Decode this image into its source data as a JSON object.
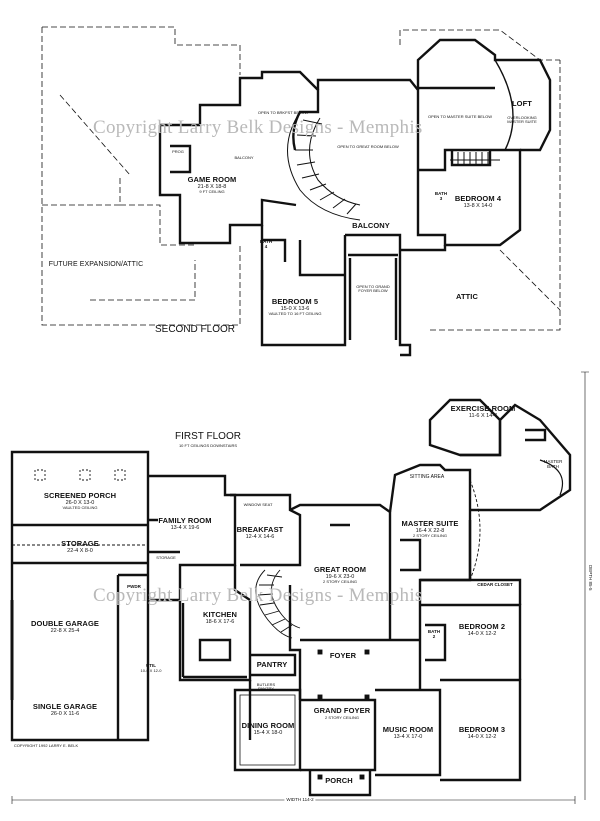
{
  "watermark": "Copyright Larry Belk Designs - Memphis",
  "second_floor": {
    "heading": "SECOND FLOOR",
    "rooms": {
      "game_room": {
        "name": "GAME ROOM",
        "dims": "21-8 X 18-8",
        "note": "9 FT CEILING"
      },
      "bedroom4": {
        "name": "BEDROOM 4",
        "dims": "13-8 X 14-0"
      },
      "bedroom5": {
        "name": "BEDROOM 5",
        "dims": "15-0 X 13-6",
        "note": "VAULTED TO 16 FT CEILING"
      },
      "balcony": {
        "name": "BALCONY"
      },
      "loft": {
        "name": "LOFT",
        "note1": "OVERLOOKING",
        "note2": "MASTER SUITE"
      },
      "bath3": {
        "name": "BATH",
        "num": "3"
      },
      "bath4": {
        "name": "BATH",
        "num": "4"
      },
      "attic": {
        "name": "ATTIC"
      },
      "future": {
        "name": "FUTURE EXPANSION/ATTIC"
      }
    },
    "notes": {
      "breakfast_below": "OPEN TO BRKFST BELOW",
      "great_room_below": "OPEN TO GREAT ROOM BELOW",
      "master_below": "OPEN TO MASTER SUITE BELOW",
      "foyer_below_1": "OPEN TO GRAND",
      "foyer_below_2": "FOYER BELOW",
      "balcony_small": "BALCONY",
      "prog": "PROG"
    }
  },
  "first_floor": {
    "heading": "FIRST FLOOR",
    "subheading": "10 FT CEILINGS DOWNSTAIRS",
    "rooms": {
      "screened_porch": {
        "name": "SCREENED PORCH",
        "dims": "26-0 X 13-0",
        "note": "VAULTED CEILING"
      },
      "storage": {
        "name": "STORAGE",
        "dims": "22-4 X 8-0"
      },
      "double_garage": {
        "name": "DOUBLE GARAGE",
        "dims": "22-8 X 25-4"
      },
      "single_garage": {
        "name": "SINGLE GARAGE",
        "dims": "26-0 X 11-6"
      },
      "family_room": {
        "name": "FAMILY ROOM",
        "dims": "13-4 X 19-6"
      },
      "breakfast": {
        "name": "BREAKFAST",
        "dims": "12-4 X 14-6"
      },
      "great_room": {
        "name": "GREAT ROOM",
        "dims": "19-6 X 23-0",
        "note": "2 STORY CEILING"
      },
      "master_suite": {
        "name": "MASTER SUITE",
        "dims": "16-4 X 22-8",
        "note": "2 STORY CEILING"
      },
      "sitting_area": {
        "name": "SITTING AREA"
      },
      "exercise_room": {
        "name": "EXERCISE ROOM",
        "dims": "11-6 X 14-4"
      },
      "master_bath": {
        "name": "MASTER",
        "name2": "BATH"
      },
      "kitchen": {
        "name": "KITCHEN",
        "dims": "18-6 X 17-6"
      },
      "pantry": {
        "name": "PANTRY"
      },
      "foyer": {
        "name": "FOYER"
      },
      "grand_foyer": {
        "name": "GRAND FOYER",
        "note": "2 STORY CEILING"
      },
      "dining_room": {
        "name": "DINING ROOM",
        "dims": "15-4 X 18-0"
      },
      "music_room": {
        "name": "MUSIC ROOM",
        "dims": "13-4 X 17-0"
      },
      "bedroom2": {
        "name": "BEDROOM 2",
        "dims": "14-0 X 12-2"
      },
      "bedroom3": {
        "name": "BEDROOM 3",
        "dims": "14-0 X 12-2"
      },
      "bath2": {
        "name": "BATH",
        "num": "2"
      },
      "porch": {
        "name": "PORCH"
      },
      "cedar_closet": {
        "name": "CEDAR CLOSET"
      },
      "pwdr": {
        "name": "PWDR"
      },
      "util": {
        "name": "UTIL",
        "dims": "10-0 X 12-0"
      },
      "storage_small": {
        "name": "STORAGE"
      },
      "window_seat": {
        "name": "WINDOW SEAT"
      },
      "butlers_pantry": {
        "name": "BUTLERS",
        "name2": "PANTRY"
      }
    },
    "width": "WIDTH 114-2",
    "depth": "DEPTH 85-5",
    "copyright": "COPYRIGHT 1992 LARRY E. BELK"
  }
}
